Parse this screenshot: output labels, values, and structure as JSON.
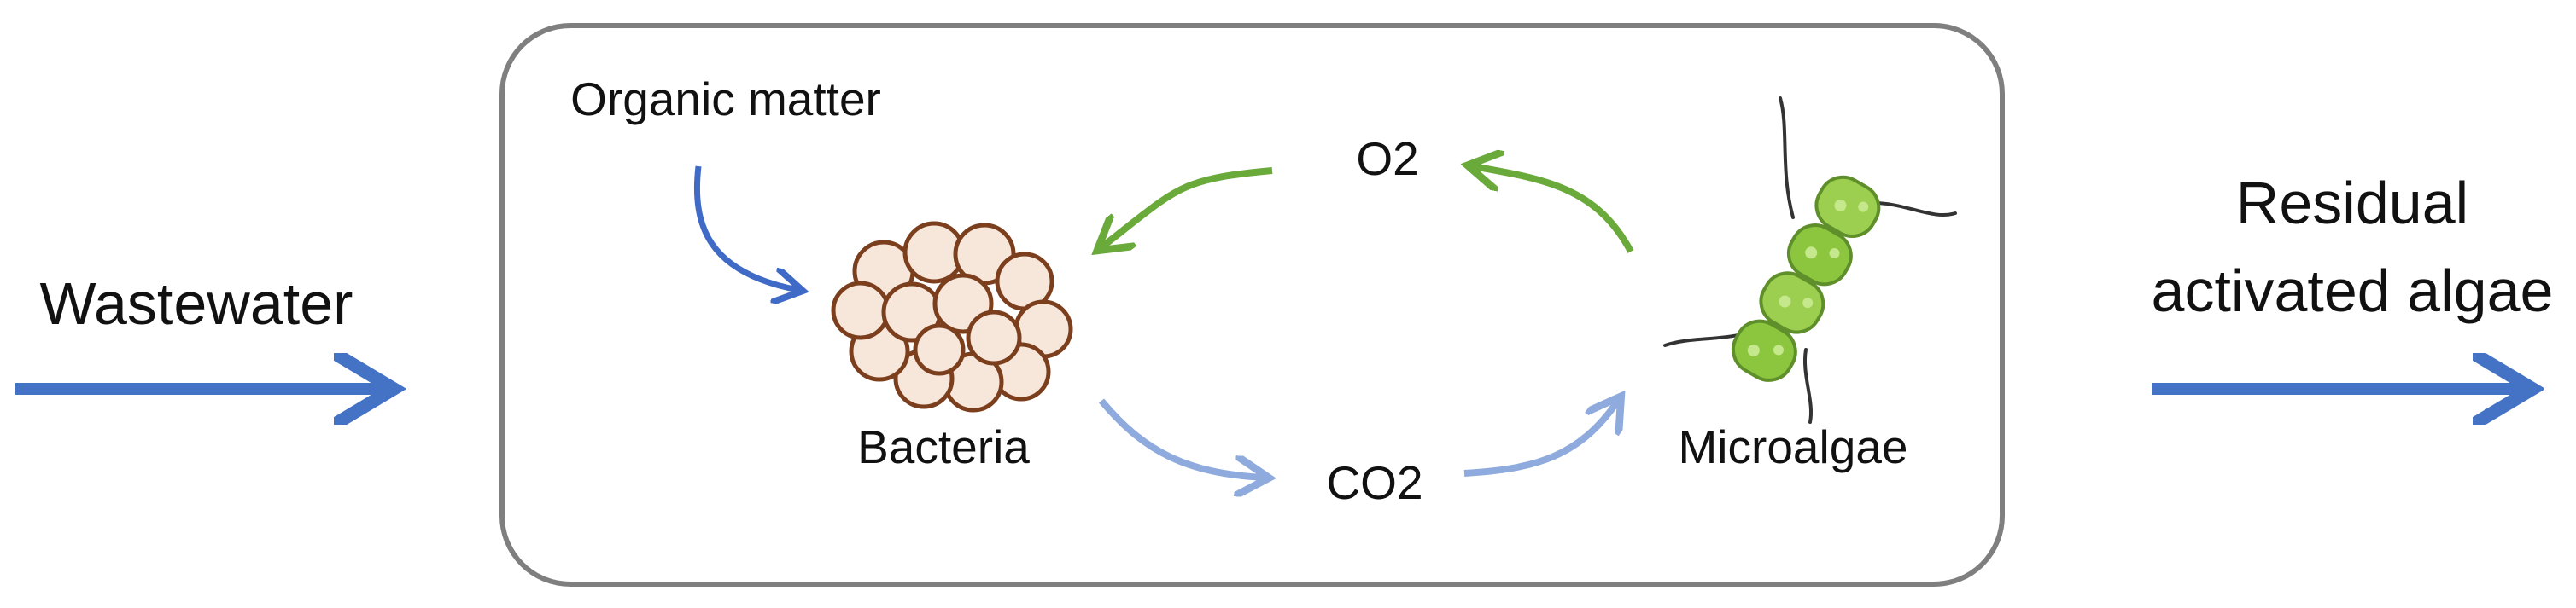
{
  "labels": {
    "input": "Wastewater",
    "output_line1": "Residual",
    "output_line2": "activated algae",
    "organic_matter": "Organic matter",
    "o2": "O2",
    "co2": "CO2",
    "bacteria": "Bacteria",
    "microalgae": "Microalgae"
  },
  "icons": {
    "bacteria": "bacteria-cluster-icon",
    "microalgae": "microalgae-cell-icon"
  },
  "colors": {
    "flow_arrow": "#4472c4",
    "organic_arrow": "#3f6bc7",
    "co2_arrow": "#8faadc",
    "o2_arrow": "#6aaa3a",
    "box_border": "#7f7f7f",
    "bacteria_outline": "#7b3f1e",
    "bacteria_fill": "#f7e6da",
    "algae_green": "#8cc63f"
  }
}
